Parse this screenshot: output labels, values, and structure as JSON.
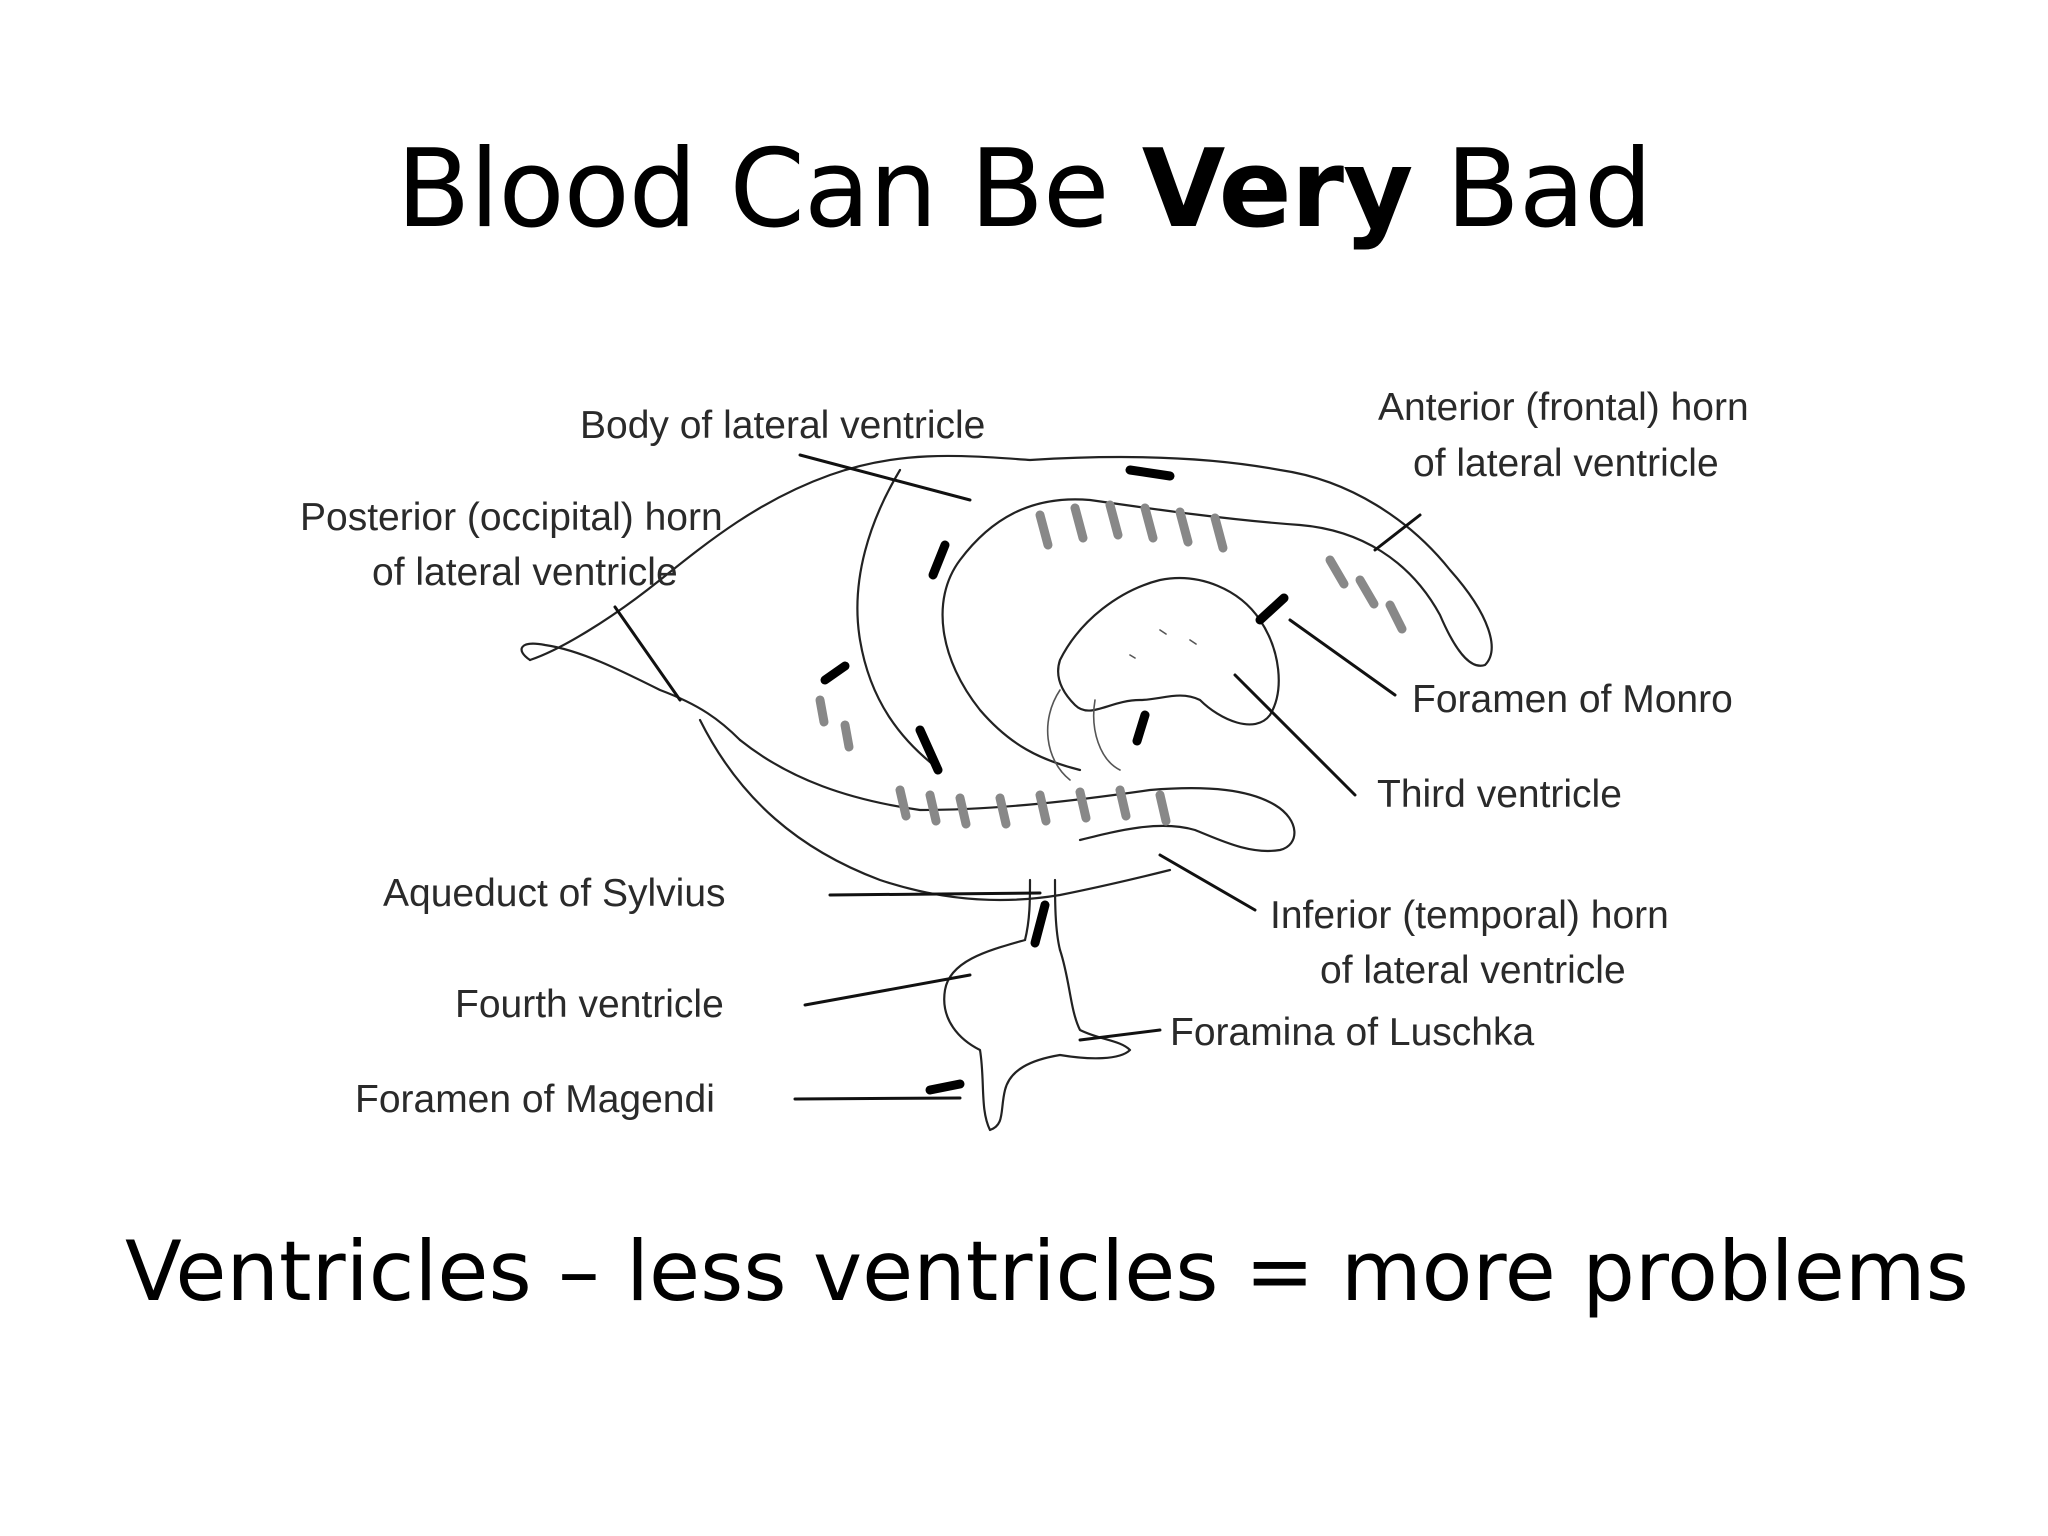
{
  "slide": {
    "title_before": "Blood Can Be ",
    "title_bold": "Very",
    "title_after": " Bad",
    "caption": "Ventricles – less ventricles = more problems"
  },
  "diagram_labels": {
    "body_lateral": "Body of lateral ventricle",
    "posterior_line1": "Posterior (occipital) horn",
    "posterior_line2": "of lateral ventricle",
    "anterior_line1": "Anterior (frontal) horn",
    "anterior_line2": "of lateral ventricle",
    "monro": "Foramen of Monro",
    "third": "Third ventricle",
    "aqueduct": "Aqueduct of Sylvius",
    "inferior_line1": "Inferior (temporal) horn",
    "inferior_line2": "of lateral ventricle",
    "fourth": "Fourth ventricle",
    "luschka": "Foramina of Luschka",
    "magendi": "Foramen of Magendi"
  }
}
